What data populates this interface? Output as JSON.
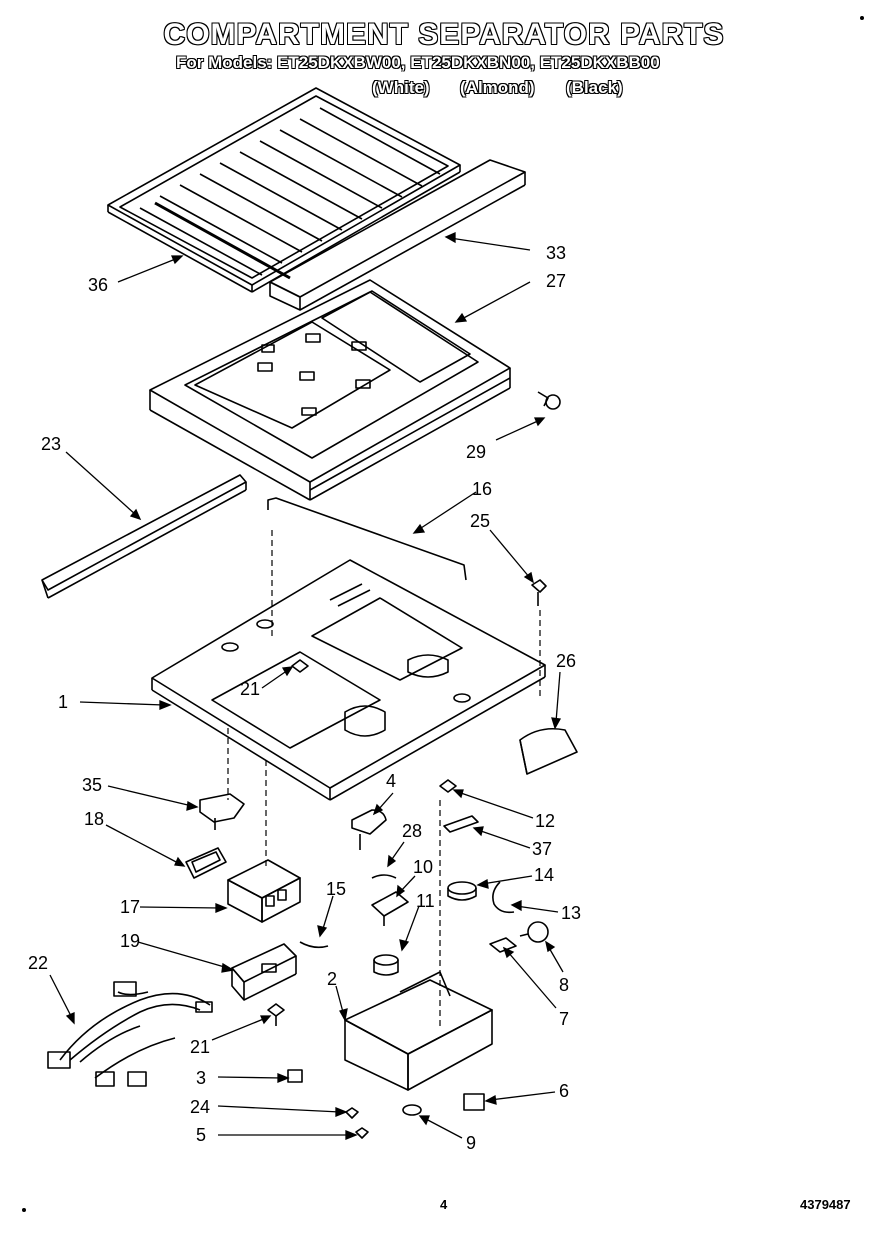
{
  "header": {
    "title": "COMPARTMENT SEPARATOR PARTS",
    "models_line": "For Models: ET25DKXBW00, ET25DKXBN00, ET25DKXBB00",
    "color_white": "(White)",
    "color_almond": "(Almond)",
    "color_black": "(Black)"
  },
  "callouts": {
    "c36": "36",
    "c33": "33",
    "c27": "27",
    "c29": "29",
    "c23": "23",
    "c16": "16",
    "c25": "25",
    "c26": "26",
    "c1": "1",
    "c21a": "21",
    "c35": "35",
    "c4": "4",
    "c12": "12",
    "c18": "18",
    "c28": "28",
    "c37": "37",
    "c10": "10",
    "c14": "14",
    "c15": "15",
    "c17": "17",
    "c11": "11",
    "c13": "13",
    "c19": "19",
    "c22": "22",
    "c2": "2",
    "c8": "8",
    "c7": "7",
    "c21b": "21",
    "c3": "3",
    "c6": "6",
    "c24": "24",
    "c5": "5",
    "c9": "9"
  },
  "footer": {
    "page_number": "4",
    "doc_number": "4379487"
  }
}
